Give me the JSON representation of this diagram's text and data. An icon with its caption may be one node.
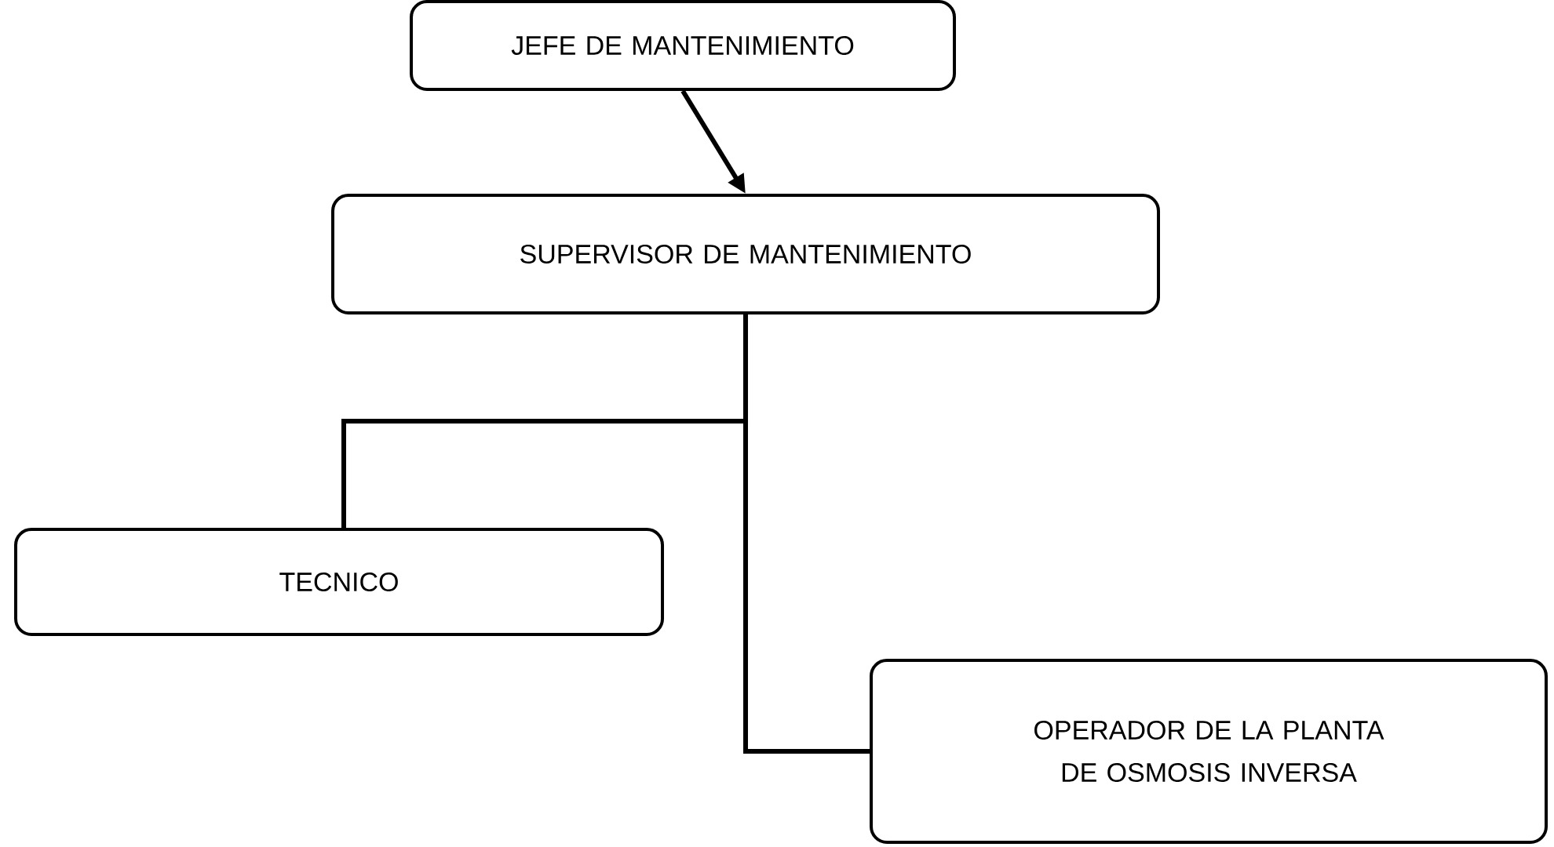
{
  "diagram": {
    "nodes": [
      {
        "text": [
          "JEFE DE MANTENIMIENTO"
        ]
      },
      {
        "text": [
          "SUPERVISOR DE MANTENIMIENTO"
        ]
      },
      {
        "text": [
          "TECNICO"
        ]
      },
      {
        "text": [
          "OPERADOR DE LA PLANTA DE OSMOSIS INVERSA"
        ]
      }
    ],
    "edges": [
      {
        "from": 0,
        "to": 1,
        "arrow": "to"
      },
      {
        "from": 1,
        "to": 2,
        "arrow": "none"
      },
      {
        "from": 1,
        "to": 3,
        "arrow": "none"
      }
    ]
  }
}
